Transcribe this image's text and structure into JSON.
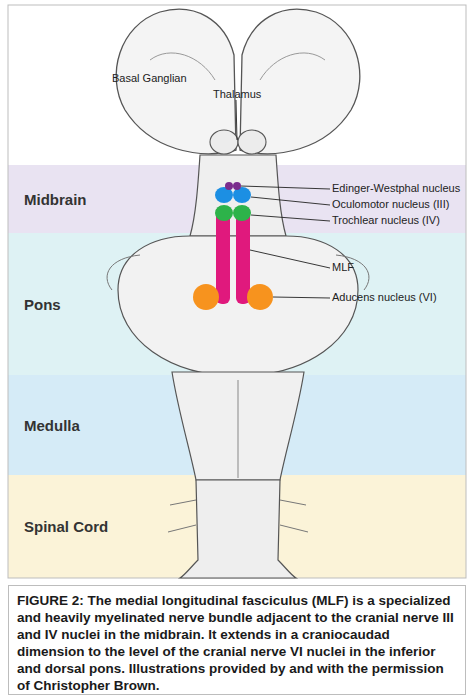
{
  "diagram": {
    "caption": "FIGURE 2: The medial longitudinal fasciculus (MLF) is a specialized and heavily myelinated nerve bundle adjacent to the cranial nerve III and IV nuclei in the midbrain. It extends in a craniocaudad dimension to the level of the cranial nerve VI nuclei in the inferior and dorsal pons. Illustrations provided by and with the permission of Christopher Brown.",
    "nodes": [
      {
        "text": [
          "Midbrain"
        ]
      },
      {
        "text": [
          "Pons"
        ]
      },
      {
        "text": [
          "Medulla"
        ]
      },
      {
        "text": [
          "Spinal Cord"
        ]
      }
    ],
    "labels": [
      "Basal Ganglian",
      "Thalamus",
      "Edinger-Westphal nucleus",
      "Oculomotor nucleus (III)",
      "Trochlear nucleus (IV)",
      "MLF",
      "Aducens nucleus (VI)"
    ]
  }
}
